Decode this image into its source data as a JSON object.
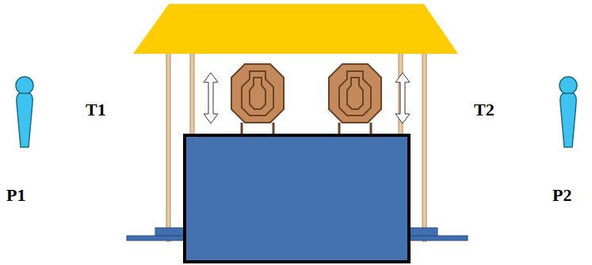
{
  "diagram": {
    "labels": [
      "T1",
      "P1",
      "T2",
      "P2"
    ]
  }
}
